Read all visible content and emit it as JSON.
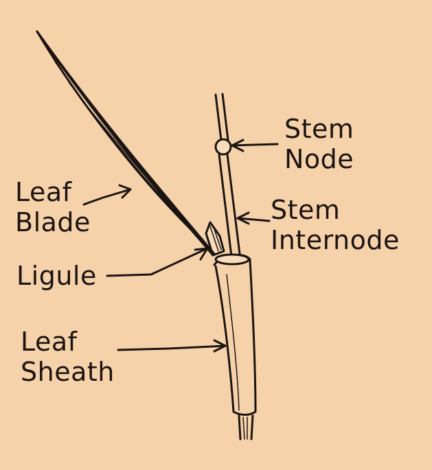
{
  "labels": {
    "leaf_blade": [
      "Leaf",
      "Blade"
    ],
    "ligule": "Ligule",
    "leaf_sheath": [
      "Leaf",
      "Sheath"
    ],
    "stem_node": [
      "Stem",
      "Node"
    ],
    "stem_internode": [
      "Stem",
      "Internode"
    ]
  },
  "colors": {
    "background": "#f6d2ab",
    "ink": "#1b1411",
    "plant_fill": "#f8dcbc"
  }
}
